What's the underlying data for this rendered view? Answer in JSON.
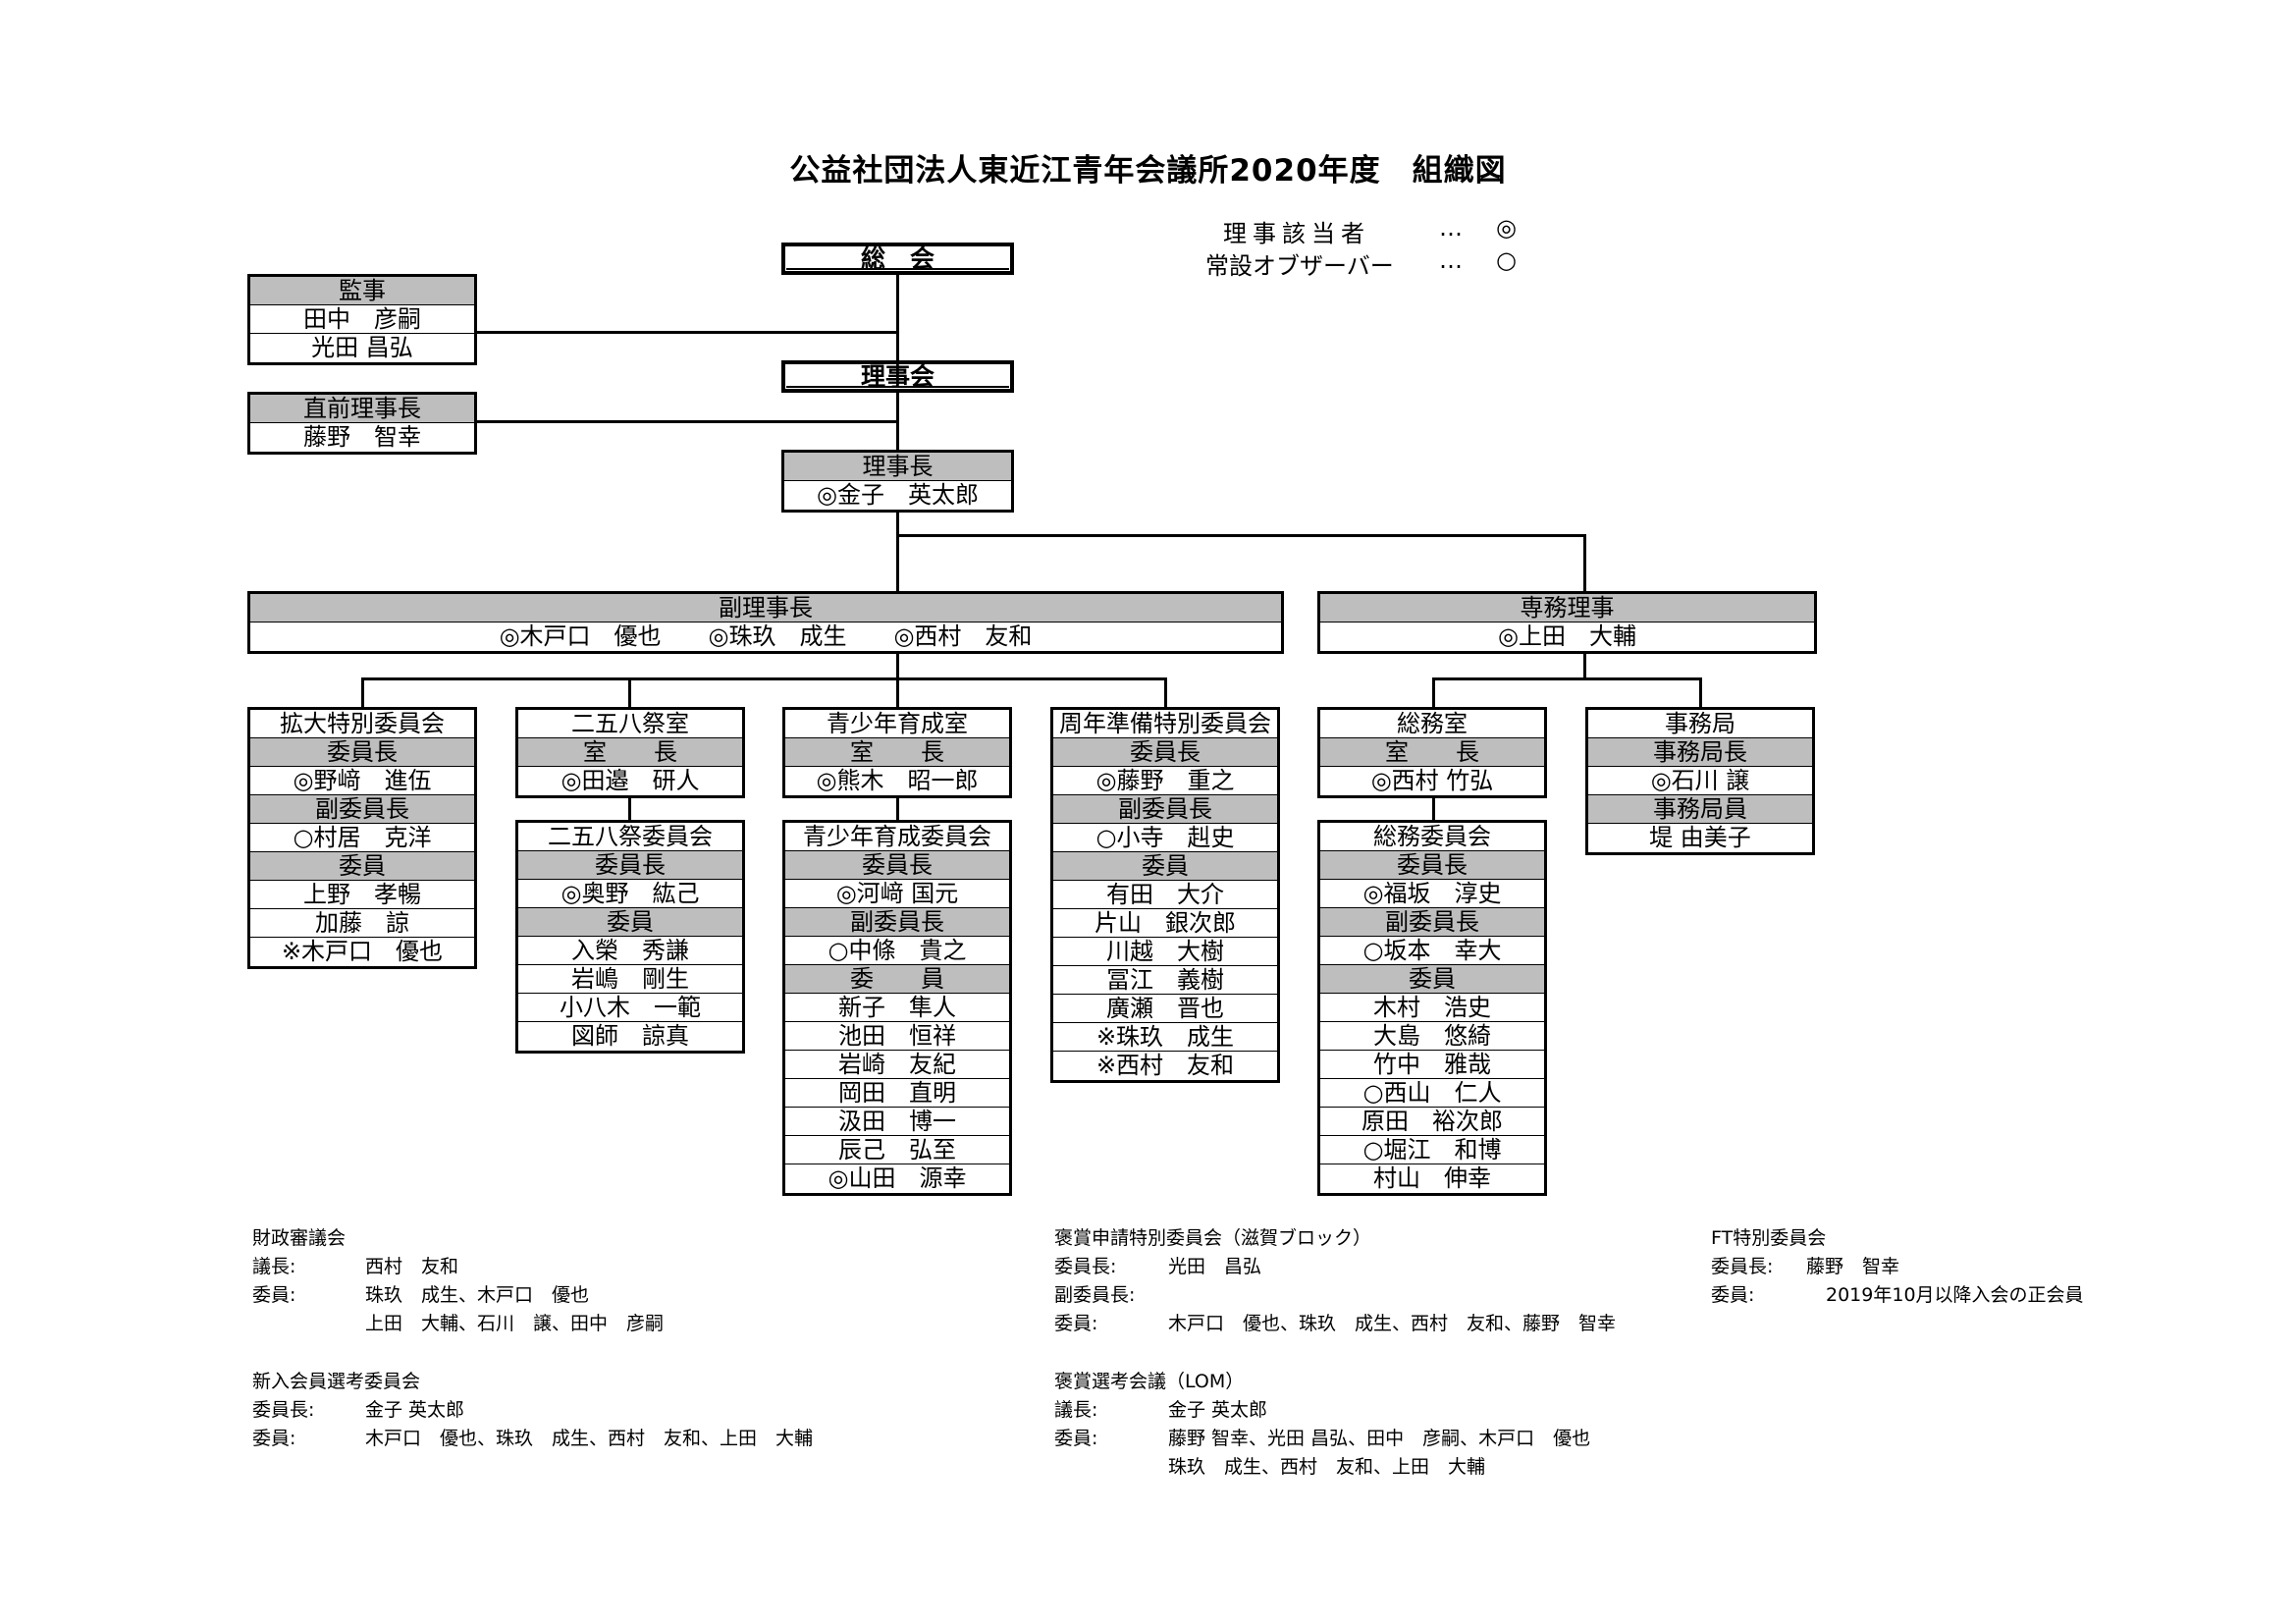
{
  "title": "公益社団法人東近江青年会議所2020年度　組織図",
  "legend": [
    {
      "label": "理事該当者",
      "dots": "…",
      "symbol": "◎"
    },
    {
      "label": "常設オブザーバー",
      "dots": "…",
      "symbol": "○"
    }
  ],
  "top": {
    "soukai": "総　会",
    "rijikai": "理事会"
  },
  "kanji": {
    "header": "監事",
    "members": [
      "田中　彦嗣",
      "光田 昌弘"
    ]
  },
  "chokuzen": {
    "header": "直前理事長",
    "members": [
      "藤野　智幸"
    ]
  },
  "rijicho": {
    "header": "理事長",
    "members": [
      "◎金子　英太郎"
    ]
  },
  "fukurijicho": {
    "header": "副理事長",
    "members": "◎木戸口　優也　　◎珠玖　成生　　◎西村　友和"
  },
  "senmu": {
    "header": "専務理事",
    "members": [
      "◎上田　大輔"
    ]
  },
  "units": {
    "kakudai": {
      "rows": [
        {
          "t": "拡大特別委員会",
          "h": false
        },
        {
          "t": "委員長",
          "h": true
        },
        {
          "t": "◎野﨑　進伍",
          "h": false
        },
        {
          "t": "副委員長",
          "h": true
        },
        {
          "t": "○村居　克洋",
          "h": false
        },
        {
          "t": "委員",
          "h": true
        },
        {
          "t": "上野　孝暢",
          "h": false
        },
        {
          "t": "加藤　諒",
          "h": false
        },
        {
          "t": "※木戸口　優也",
          "h": false
        }
      ]
    },
    "nigoya": {
      "rows": [
        {
          "t": "二五八祭室",
          "h": false
        },
        {
          "t": "室　　長",
          "h": true
        },
        {
          "t": "◎田邉　研人",
          "h": false
        }
      ]
    },
    "nigoya_iinkai": {
      "rows": [
        {
          "t": "二五八祭委員会",
          "h": false
        },
        {
          "t": "委員長",
          "h": true
        },
        {
          "t": "◎奥野　紘己",
          "h": false
        },
        {
          "t": "委員",
          "h": true
        },
        {
          "t": "入榮　秀謙",
          "h": false
        },
        {
          "t": "岩嶋　剛生",
          "h": false
        },
        {
          "t": "小八木　一範",
          "h": false
        },
        {
          "t": "図師　諒真",
          "h": false
        }
      ]
    },
    "seishonen": {
      "rows": [
        {
          "t": "青少年育成室",
          "h": false
        },
        {
          "t": "室　　長",
          "h": true
        },
        {
          "t": "◎熊木　昭一郎",
          "h": false
        }
      ]
    },
    "seishonen_iinkai": {
      "rows": [
        {
          "t": "青少年育成委員会",
          "h": false
        },
        {
          "t": "委員長",
          "h": true
        },
        {
          "t": "◎河﨑 国元",
          "h": false
        },
        {
          "t": "副委員長",
          "h": true
        },
        {
          "t": "○中條　貴之",
          "h": false
        },
        {
          "t": "委　　員",
          "h": true
        },
        {
          "t": "新子　隼人",
          "h": false
        },
        {
          "t": "池田　恒祥",
          "h": false
        },
        {
          "t": "岩崎　友紀",
          "h": false
        },
        {
          "t": "岡田　直明",
          "h": false
        },
        {
          "t": "汲田　博一",
          "h": false
        },
        {
          "t": "辰己　弘至",
          "h": false
        },
        {
          "t": "◎山田　源幸",
          "h": false
        }
      ]
    },
    "shunen": {
      "rows": [
        {
          "t": "周年準備特別委員会",
          "h": false
        },
        {
          "t": "委員長",
          "h": true
        },
        {
          "t": "◎藤野　重之",
          "h": false
        },
        {
          "t": "副委員長",
          "h": true
        },
        {
          "t": "○小寺　赳史",
          "h": false
        },
        {
          "t": "委員",
          "h": true
        },
        {
          "t": "有田　大介",
          "h": false
        },
        {
          "t": "片山　銀次郎",
          "h": false
        },
        {
          "t": "川越　大樹",
          "h": false
        },
        {
          "t": "冨江　義樹",
          "h": false
        },
        {
          "t": "廣瀬　晋也",
          "h": false
        },
        {
          "t": "※珠玖　成生",
          "h": false
        },
        {
          "t": "※西村　友和",
          "h": false
        }
      ]
    },
    "somu": {
      "rows": [
        {
          "t": "総務室",
          "h": false
        },
        {
          "t": "室　　長",
          "h": true
        },
        {
          "t": "◎西村 竹弘",
          "h": false
        }
      ]
    },
    "somu_iinkai": {
      "rows": [
        {
          "t": "総務委員会",
          "h": false
        },
        {
          "t": "委員長",
          "h": true
        },
        {
          "t": "◎福坂　淳史",
          "h": false
        },
        {
          "t": "副委員長",
          "h": true
        },
        {
          "t": "○坂本　幸大",
          "h": false
        },
        {
          "t": "委員",
          "h": true
        },
        {
          "t": "木村　浩史",
          "h": false
        },
        {
          "t": "大島　悠綺",
          "h": false
        },
        {
          "t": "竹中　雅哉",
          "h": false
        },
        {
          "t": "○西山　仁人",
          "h": false
        },
        {
          "t": "原田　裕次郎",
          "h": false
        },
        {
          "t": "○堀江　和博",
          "h": false
        },
        {
          "t": "村山　伸幸",
          "h": false
        }
      ]
    },
    "jimukyoku": {
      "rows": [
        {
          "t": "事務局",
          "h": false
        },
        {
          "t": "事務局長",
          "h": true
        },
        {
          "t": "◎石川 譲",
          "h": false
        },
        {
          "t": "事務局員",
          "h": true
        },
        {
          "t": "堤 由美子",
          "h": false
        }
      ]
    }
  },
  "notes": {
    "zaisei": {
      "title": "財政審議会",
      "lines": [
        {
          "label": "議長:",
          "value": "西村　友和"
        },
        {
          "label": "委員:",
          "value": "珠玖　成生、木戸口　優也"
        },
        {
          "label": "",
          "value": "上田　大輔、石川　譲、田中　彦嗣"
        }
      ]
    },
    "shinnyu": {
      "title": "新入会員選考委員会",
      "lines": [
        {
          "label": "委員長:",
          "value": "金子 英太郎"
        },
        {
          "label": "委員:",
          "value": "木戸口　優也、珠玖　成生、西村　友和、上田　大輔"
        }
      ]
    },
    "hosho_shinsei": {
      "title": "褒賞申請特別委員会（滋賀ブロック）",
      "lines": [
        {
          "label": "委員長:",
          "value": "光田　昌弘"
        },
        {
          "label": "副委員長:",
          "value": ""
        },
        {
          "label": "委員:",
          "value": "木戸口　優也、珠玖　成生、西村　友和、藤野　智幸"
        }
      ]
    },
    "hosho_senko": {
      "title": "褒賞選考会議（LOM）",
      "lines": [
        {
          "label": "議長:",
          "value": "金子 英太郎"
        },
        {
          "label": "委員:",
          "value": "藤野 智幸、光田 昌弘、田中　彦嗣、木戸口　優也"
        },
        {
          "label": "",
          "value": "珠玖　成生、西村　友和、上田　大輔"
        }
      ]
    },
    "ft": {
      "title": "FT特別委員会",
      "lines": [
        {
          "label": "委員長:",
          "value": "藤野　智幸"
        },
        {
          "label": "委員:",
          "value": "2019年10月以降入会の正会員"
        }
      ]
    }
  }
}
